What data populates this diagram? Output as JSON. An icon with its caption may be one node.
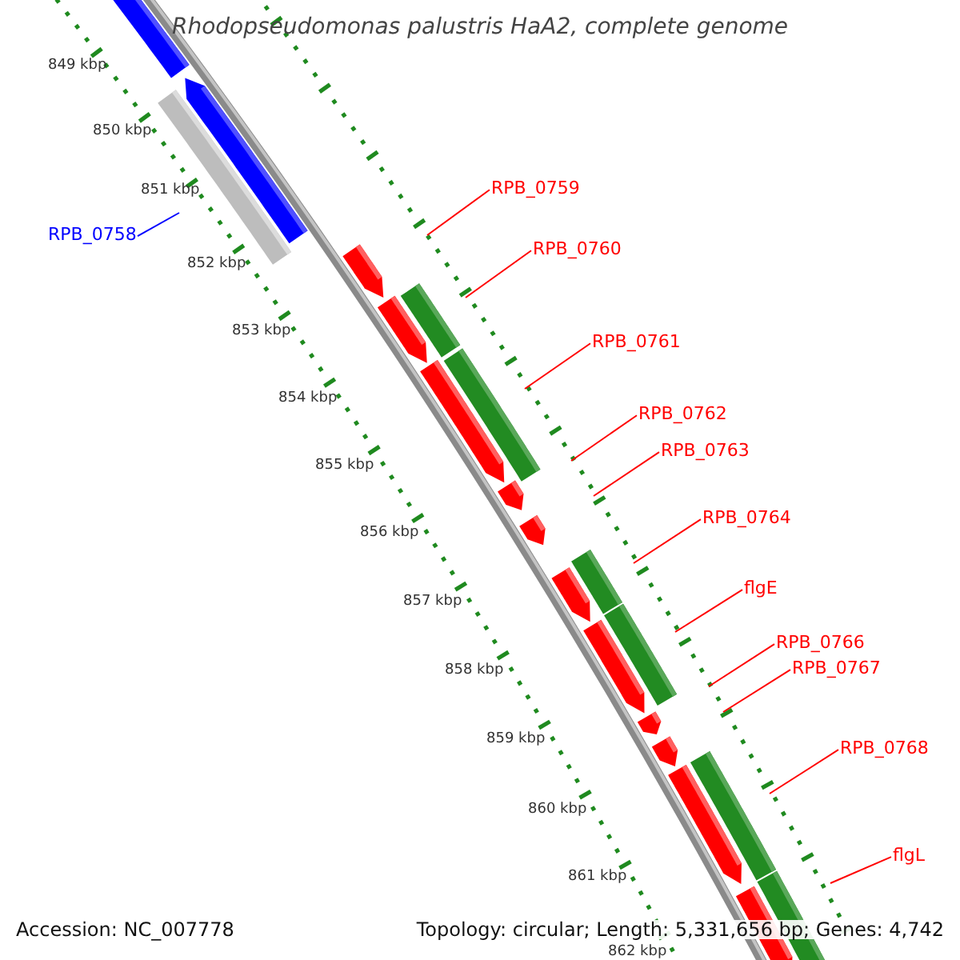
{
  "diagram": {
    "title": "Rhodopseudomonas palustris HaA2, complete genome",
    "nodes": [
      {
        "text": [
          "RPB_0759"
        ]
      },
      {
        "text": [
          "RPB_0758"
        ]
      },
      {
        "text": [
          "RPB_0760"
        ]
      },
      {
        "text": [
          "RPB_0761"
        ]
      },
      {
        "text": [
          "RPB_0762"
        ]
      },
      {
        "text": [
          "RPB_0763"
        ]
      },
      {
        "text": [
          "RPB_0764"
        ]
      },
      {
        "text": [
          "flgE"
        ]
      },
      {
        "text": [
          "RPB_0766"
        ]
      },
      {
        "text": [
          "RPB_0767"
        ]
      },
      {
        "text": [
          "RPB_0768"
        ]
      },
      {
        "text": [
          "flgL"
        ]
      }
    ],
    "edges": [
      {
        "from": 0,
        "to": null,
        "arrow": "none"
      },
      {
        "from": 1,
        "to": null,
        "arrow": "none",
        "color": "#0000ff"
      },
      {
        "from": 2,
        "to": null,
        "arrow": "none"
      },
      {
        "from": 3,
        "to": null,
        "arrow": "none"
      },
      {
        "from": 4,
        "to": null,
        "arrow": "none"
      },
      {
        "from": 5,
        "to": null,
        "arrow": "none"
      },
      {
        "from": 6,
        "to": null,
        "arrow": "none"
      },
      {
        "from": 7,
        "to": null,
        "arrow": "none"
      },
      {
        "from": 8,
        "to": null,
        "arrow": "none"
      },
      {
        "from": 9,
        "to": null,
        "arrow": "none"
      },
      {
        "from": 10,
        "to": null,
        "arrow": "none"
      },
      {
        "from": 11,
        "to": null,
        "arrow": "none"
      }
    ],
    "labels": [
      "849 kbp",
      "850 kbp",
      "851 kbp",
      "852 kbp",
      "853 kbp",
      "854 kbp",
      "855 kbp",
      "856 kbp",
      "857 kbp",
      "858 kbp",
      "859 kbp",
      "860 kbp",
      "861 kbp",
      "862 kbp",
      "Accession: NC_007778",
      "Topology: circular; Length: 5,331,656 bp; Genes: 4,742"
    ]
  }
}
